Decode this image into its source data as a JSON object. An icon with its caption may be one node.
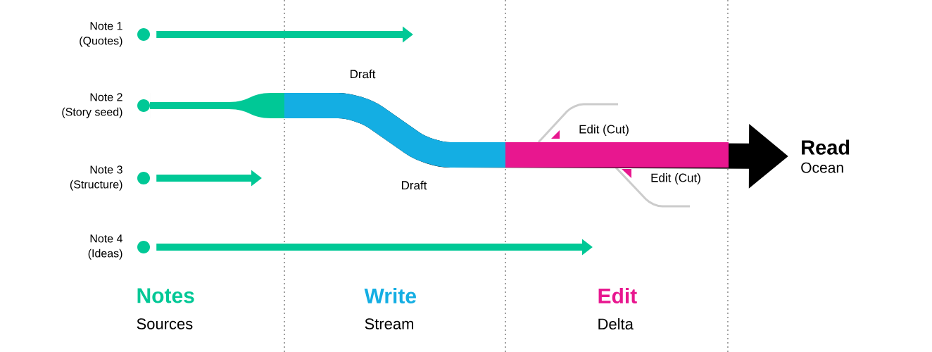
{
  "diagram": {
    "nodes": [
      {
        "text": [],
        "shape": "circle",
        "beside": [
          "Note 1",
          "(Quotes)"
        ]
      },
      {
        "text": [],
        "shape": "circle",
        "beside": [
          "Note 2",
          "(Story seed)"
        ]
      },
      {
        "text": [],
        "shape": "circle",
        "beside": [
          "Note 3",
          "(Structure)"
        ]
      },
      {
        "text": [],
        "shape": "circle",
        "beside": [
          "Note 4",
          "(Ideas)"
        ]
      },
      {
        "text": [
          "Read",
          "Ocean"
        ]
      }
    ],
    "edges": [
      {
        "from": 0,
        "to": null,
        "arrow": "to"
      },
      {
        "from": 1,
        "to": 4,
        "arrow": "to",
        "style": "thick",
        "color": "#000000"
      },
      {
        "from": 2,
        "to": null,
        "arrow": "to"
      },
      {
        "from": 3,
        "to": null,
        "arrow": "to"
      }
    ],
    "labels": [
      "Draft",
      "Edit (Cut)",
      "Edit (Cut)",
      "Draft",
      "Notes",
      "Write",
      "Edit",
      "Sources",
      "Stream",
      "Delta"
    ]
  }
}
